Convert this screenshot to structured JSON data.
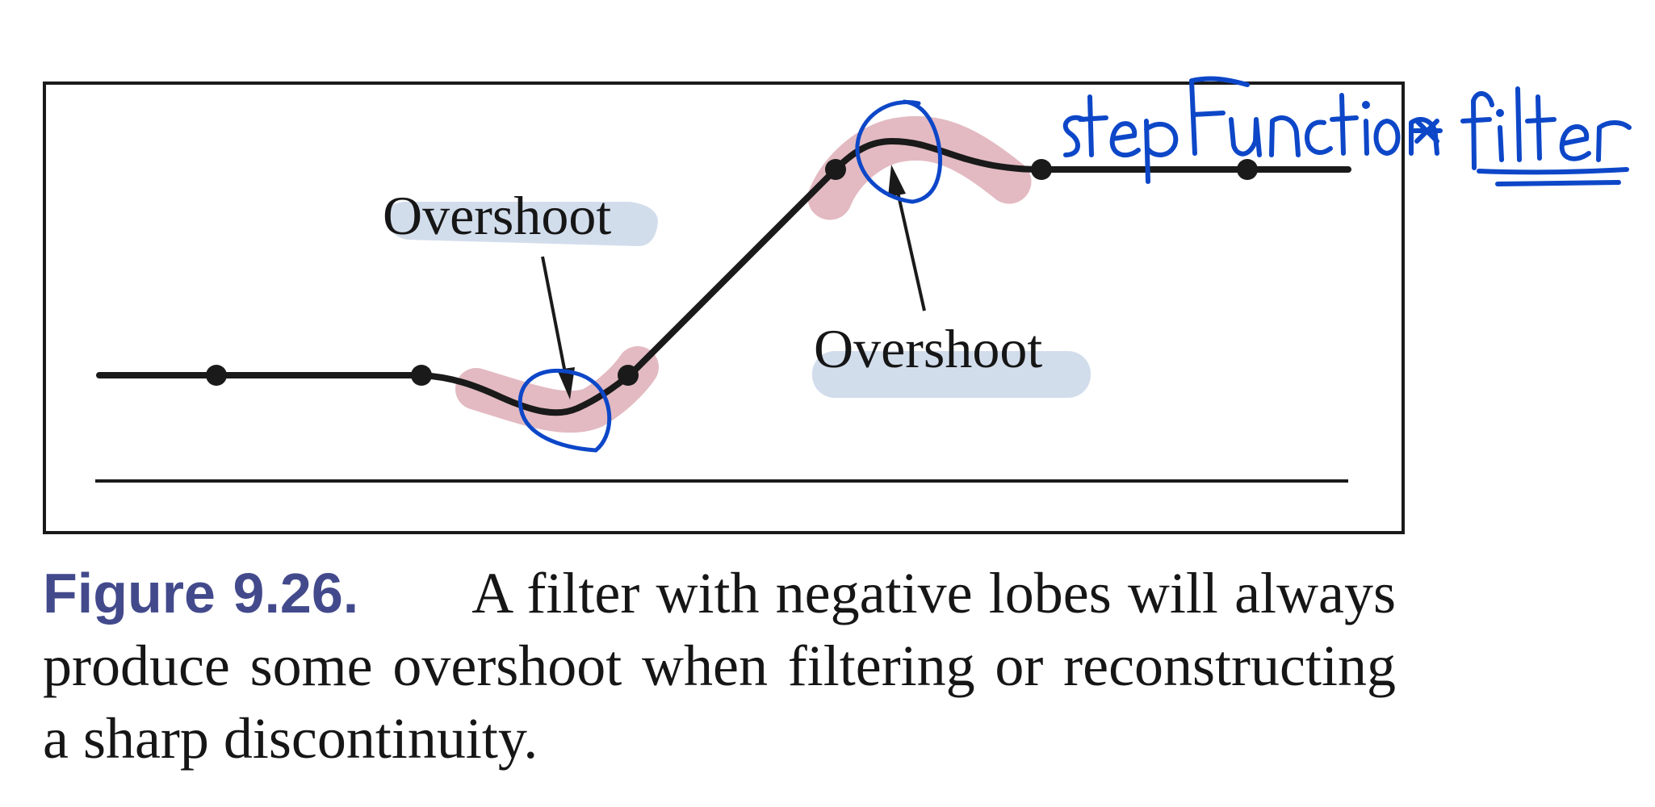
{
  "diagram": {
    "labels": {
      "overshoot_left": "Overshoot",
      "overshoot_right": "Overshoot"
    }
  },
  "annotations": {
    "handwritten_note": "step function * filter",
    "highlight_colors": {
      "pink": "#e2b6bf",
      "blue": "#cdd9ea",
      "ink": "#0d47c8"
    }
  },
  "caption": {
    "label": "Figure 9.26.",
    "text": "A filter with negative lobes will always produce some overshoot when filtering or reconstructing a sharp discontinuity."
  }
}
